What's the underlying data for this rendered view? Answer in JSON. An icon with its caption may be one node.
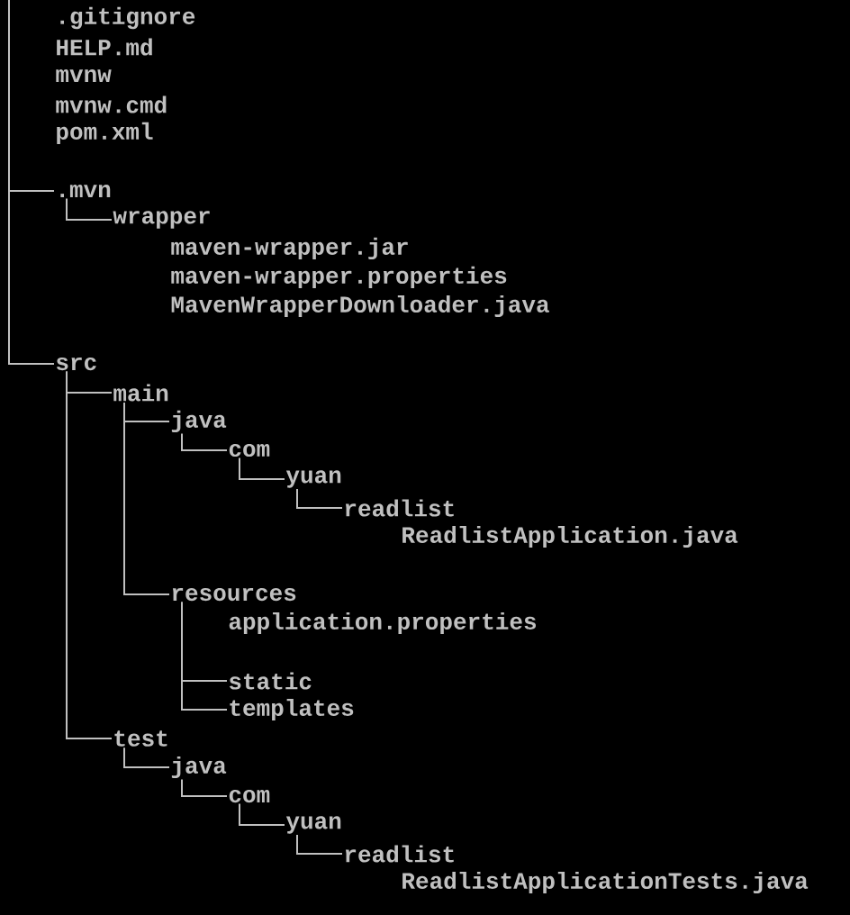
{
  "diagram": {
    "nodes": [
      {
        "text": [
          ".mvn"
        ]
      },
      {
        "text": [
          "wrapper"
        ]
      },
      {
        "text": [
          "src"
        ]
      },
      {
        "text": [
          "main"
        ]
      },
      {
        "text": [
          "java"
        ]
      },
      {
        "text": [
          "com"
        ]
      },
      {
        "text": [
          "yuan"
        ]
      },
      {
        "text": [
          "readlist"
        ]
      },
      {
        "text": [
          "resources"
        ]
      },
      {
        "text": [
          "static"
        ]
      },
      {
        "text": [
          "templates"
        ]
      },
      {
        "text": [
          "test"
        ]
      },
      {
        "text": [
          "java"
        ]
      },
      {
        "text": [
          "com"
        ]
      },
      {
        "text": [
          "yuan"
        ]
      },
      {
        "text": [
          "readlist"
        ]
      }
    ],
    "edges": [
      {
        "from": null,
        "to": 0,
        "arrow": "none"
      },
      {
        "from": 0,
        "to": 1,
        "arrow": "none"
      },
      {
        "from": null,
        "to": 2,
        "arrow": "none"
      },
      {
        "from": 2,
        "to": 3,
        "arrow": "none"
      },
      {
        "from": 3,
        "to": 4,
        "arrow": "none"
      },
      {
        "from": 4,
        "to": 5,
        "arrow": "none"
      },
      {
        "from": 5,
        "to": 6,
        "arrow": "none"
      },
      {
        "from": 6,
        "to": 7,
        "arrow": "none"
      },
      {
        "from": 3,
        "to": 8,
        "arrow": "none"
      },
      {
        "from": 8,
        "to": 9,
        "arrow": "none"
      },
      {
        "from": 8,
        "to": 10,
        "arrow": "none"
      },
      {
        "from": 2,
        "to": 11,
        "arrow": "none"
      },
      {
        "from": 11,
        "to": 12,
        "arrow": "none"
      },
      {
        "from": 12,
        "to": 13,
        "arrow": "none"
      },
      {
        "from": 13,
        "to": 14,
        "arrow": "none"
      },
      {
        "from": 14,
        "to": 15,
        "arrow": "none"
      }
    ],
    "labels": [
      ".gitignore",
      "HELP.md",
      "mvnw",
      "mvnw.cmd",
      "pom.xml",
      "maven-wrapper.jar",
      "maven-wrapper.properties",
      "MavenWrapperDownloader.java",
      "ReadlistApplication.java",
      "application.properties",
      "ReadlistApplicationTests.java"
    ]
  }
}
